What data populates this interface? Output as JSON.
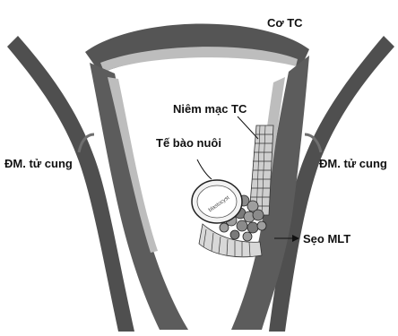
{
  "labels": {
    "co_tc": "Cơ TC",
    "niem_mac_tc": "Niêm mạc TC",
    "te_bao_nuoi": "Tế bào nuôi",
    "dm_tu_cung_left": "ĐM. tử cung",
    "dm_tu_cung_right": "ĐM. tử cung",
    "seo_mlt": "Sẹo MLT",
    "blastocyst": "blastocyst"
  },
  "colors": {
    "muscle_dark": "#4f4f4f",
    "muscle_mid": "#6f6f6f",
    "endometrium_light": "#bdbdbd",
    "endometrium_pale": "#d8d8d8",
    "text": "#111111"
  }
}
